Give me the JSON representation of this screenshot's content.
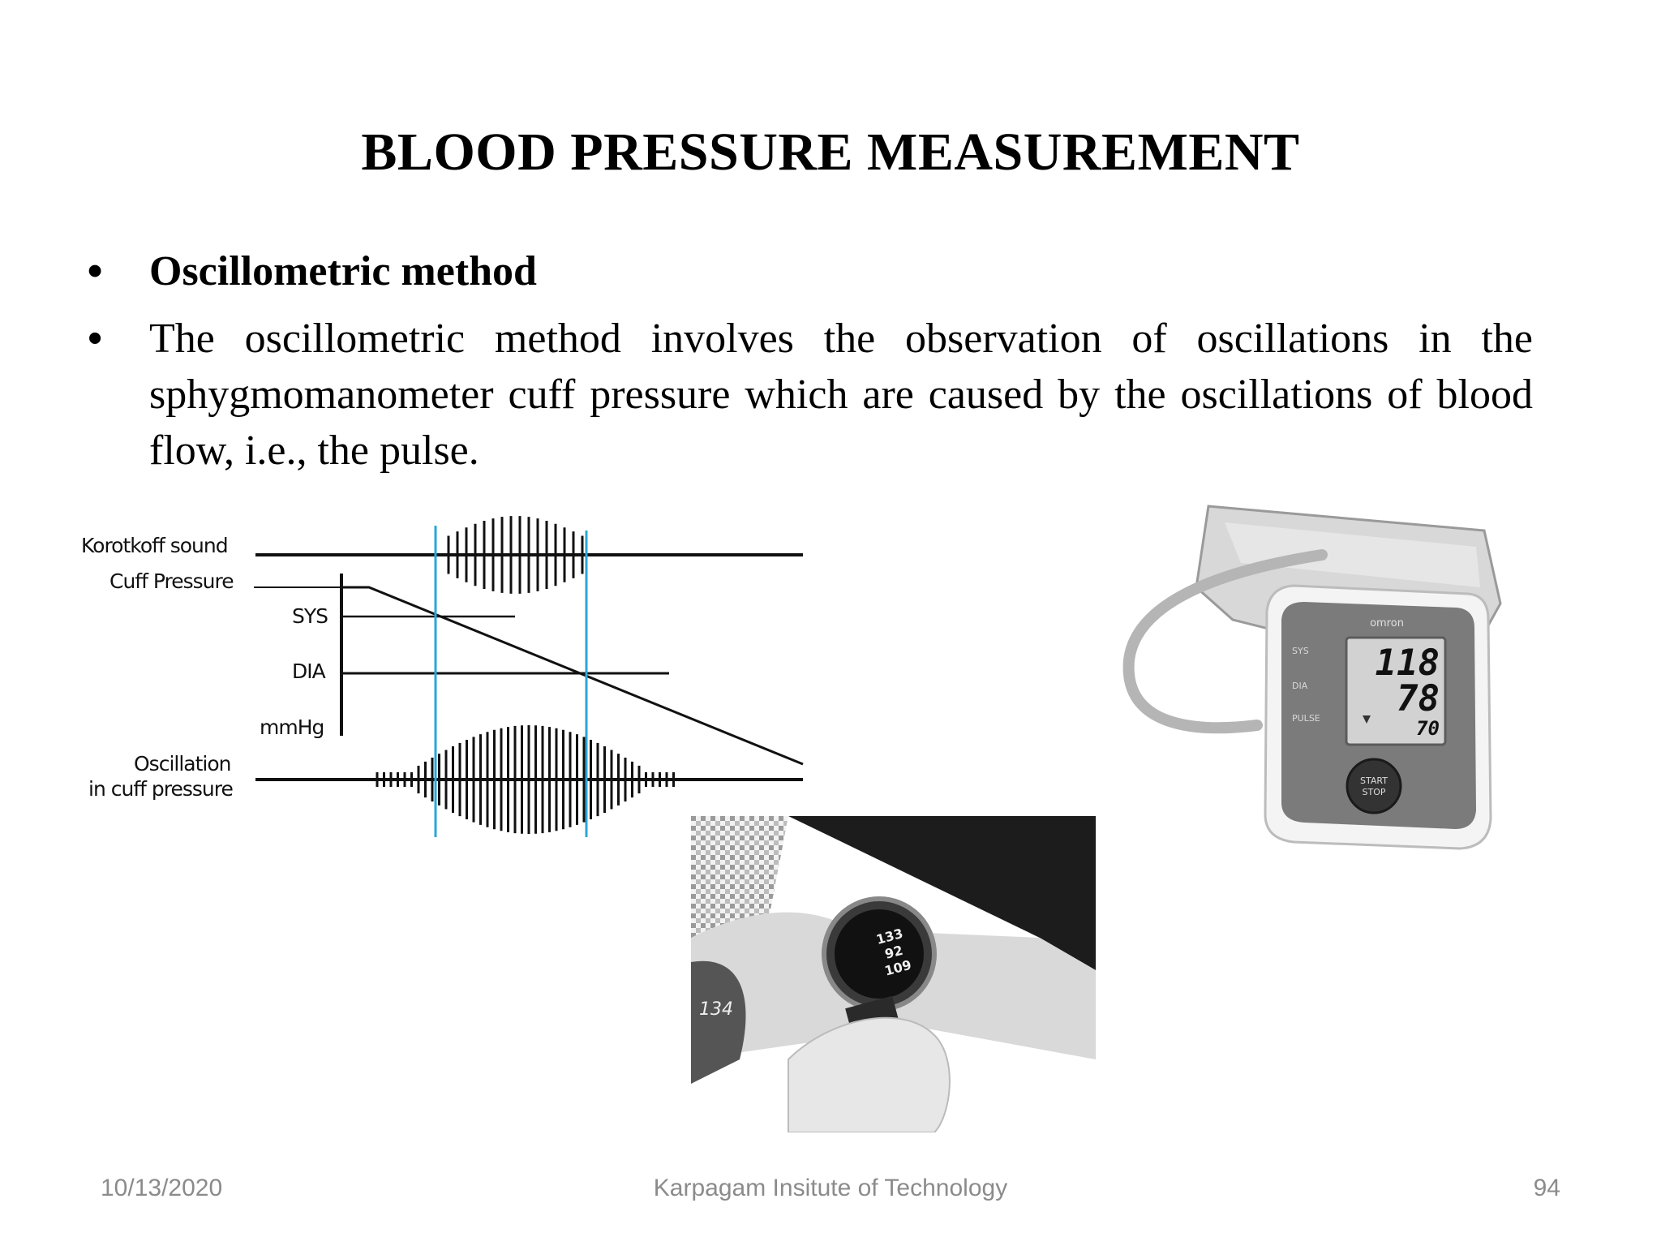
{
  "slide": {
    "title": "BLOOD PRESSURE MEASUREMENT",
    "bullets": [
      {
        "marker": "•",
        "text": "Oscillometric method"
      },
      {
        "marker": "•",
        "text": "The oscillometric method involves the observation of oscillations in the sphygmomanometer cuff pressure which are caused by the oscillations of blood flow, i.e., the pulse."
      }
    ]
  },
  "diagram": {
    "labels": {
      "korotkoff": "Korotkoff sound",
      "cuff": "Cuff Pressure",
      "sys": "SYS",
      "dia": "DIA",
      "unit": "mmHg",
      "osc1": "Oscillation",
      "osc2": "in cuff pressure"
    },
    "accent_color": "#2aa7d8"
  },
  "monitor": {
    "brand": "omron",
    "sys_label": "SYS",
    "dia_label": "DIA",
    "pulse_label": "PULSE",
    "sys_value": "118",
    "dia_value": "78",
    "pulse_value": "70",
    "button_line1": "START",
    "button_line2": "STOP"
  },
  "watch": {
    "val1": "133",
    "val2": "92",
    "val3": "109",
    "side_val": "134"
  },
  "footer": {
    "date": "10/13/2020",
    "org": "Karpagam Insitute of Technology",
    "page": "94"
  }
}
